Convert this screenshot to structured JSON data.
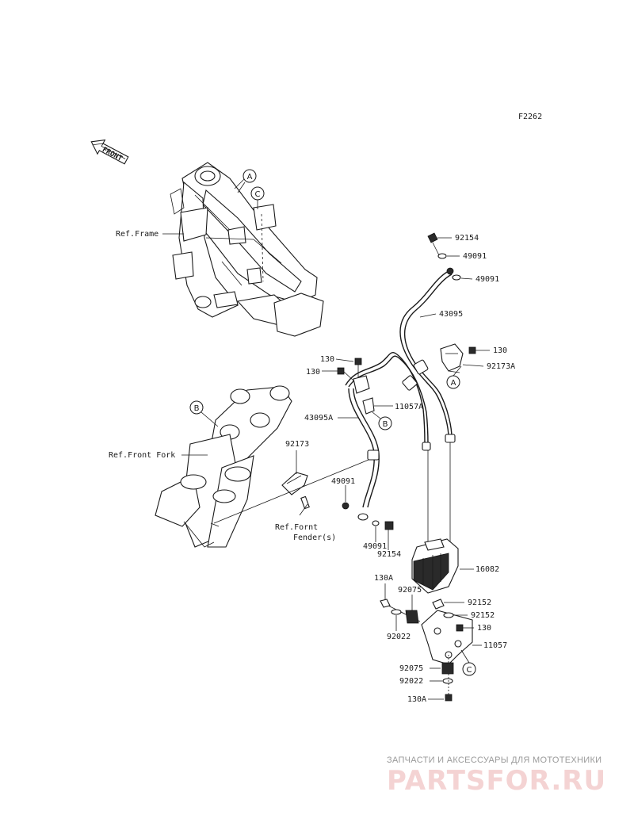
{
  "figure_code": "F2262",
  "front_arrow": "FRONT",
  "refs": {
    "frame": "Ref.Frame",
    "front_fork": "Ref.Front Fork",
    "front_fender_line1": "Ref.Fornt",
    "front_fender_line2": "Fender(s)"
  },
  "callouts": {
    "a": "A",
    "b": "B",
    "c": "C"
  },
  "parts": {
    "p92154_top": "92154",
    "p49091_top1": "49091",
    "p49091_top2": "49091",
    "p43095": "43095",
    "p130_right": "130",
    "p92173A": "92173A",
    "p130_left1": "130",
    "p130_left2": "130",
    "p11057A": "11057A",
    "p43095A": "43095A",
    "p92173": "92173",
    "p49091_mid": "49091",
    "p49091_low": "49091",
    "p92154_low": "92154",
    "p16082": "16082",
    "p130A_top": "130A",
    "p92075_top": "92075",
    "p92152_1": "92152",
    "p92152_2": "92152",
    "p130_bracket": "130",
    "p92022_top": "92022",
    "p11057": "11057",
    "p92075_low": "92075",
    "p92022_low": "92022",
    "p130A_low": "130A"
  },
  "watermark": {
    "tagline": "ЗАПЧАСТИ И АКСЕССУАРЫ ДЛЯ МОТОТЕХНИКИ",
    "logo": "PARTSFOR.RU"
  }
}
